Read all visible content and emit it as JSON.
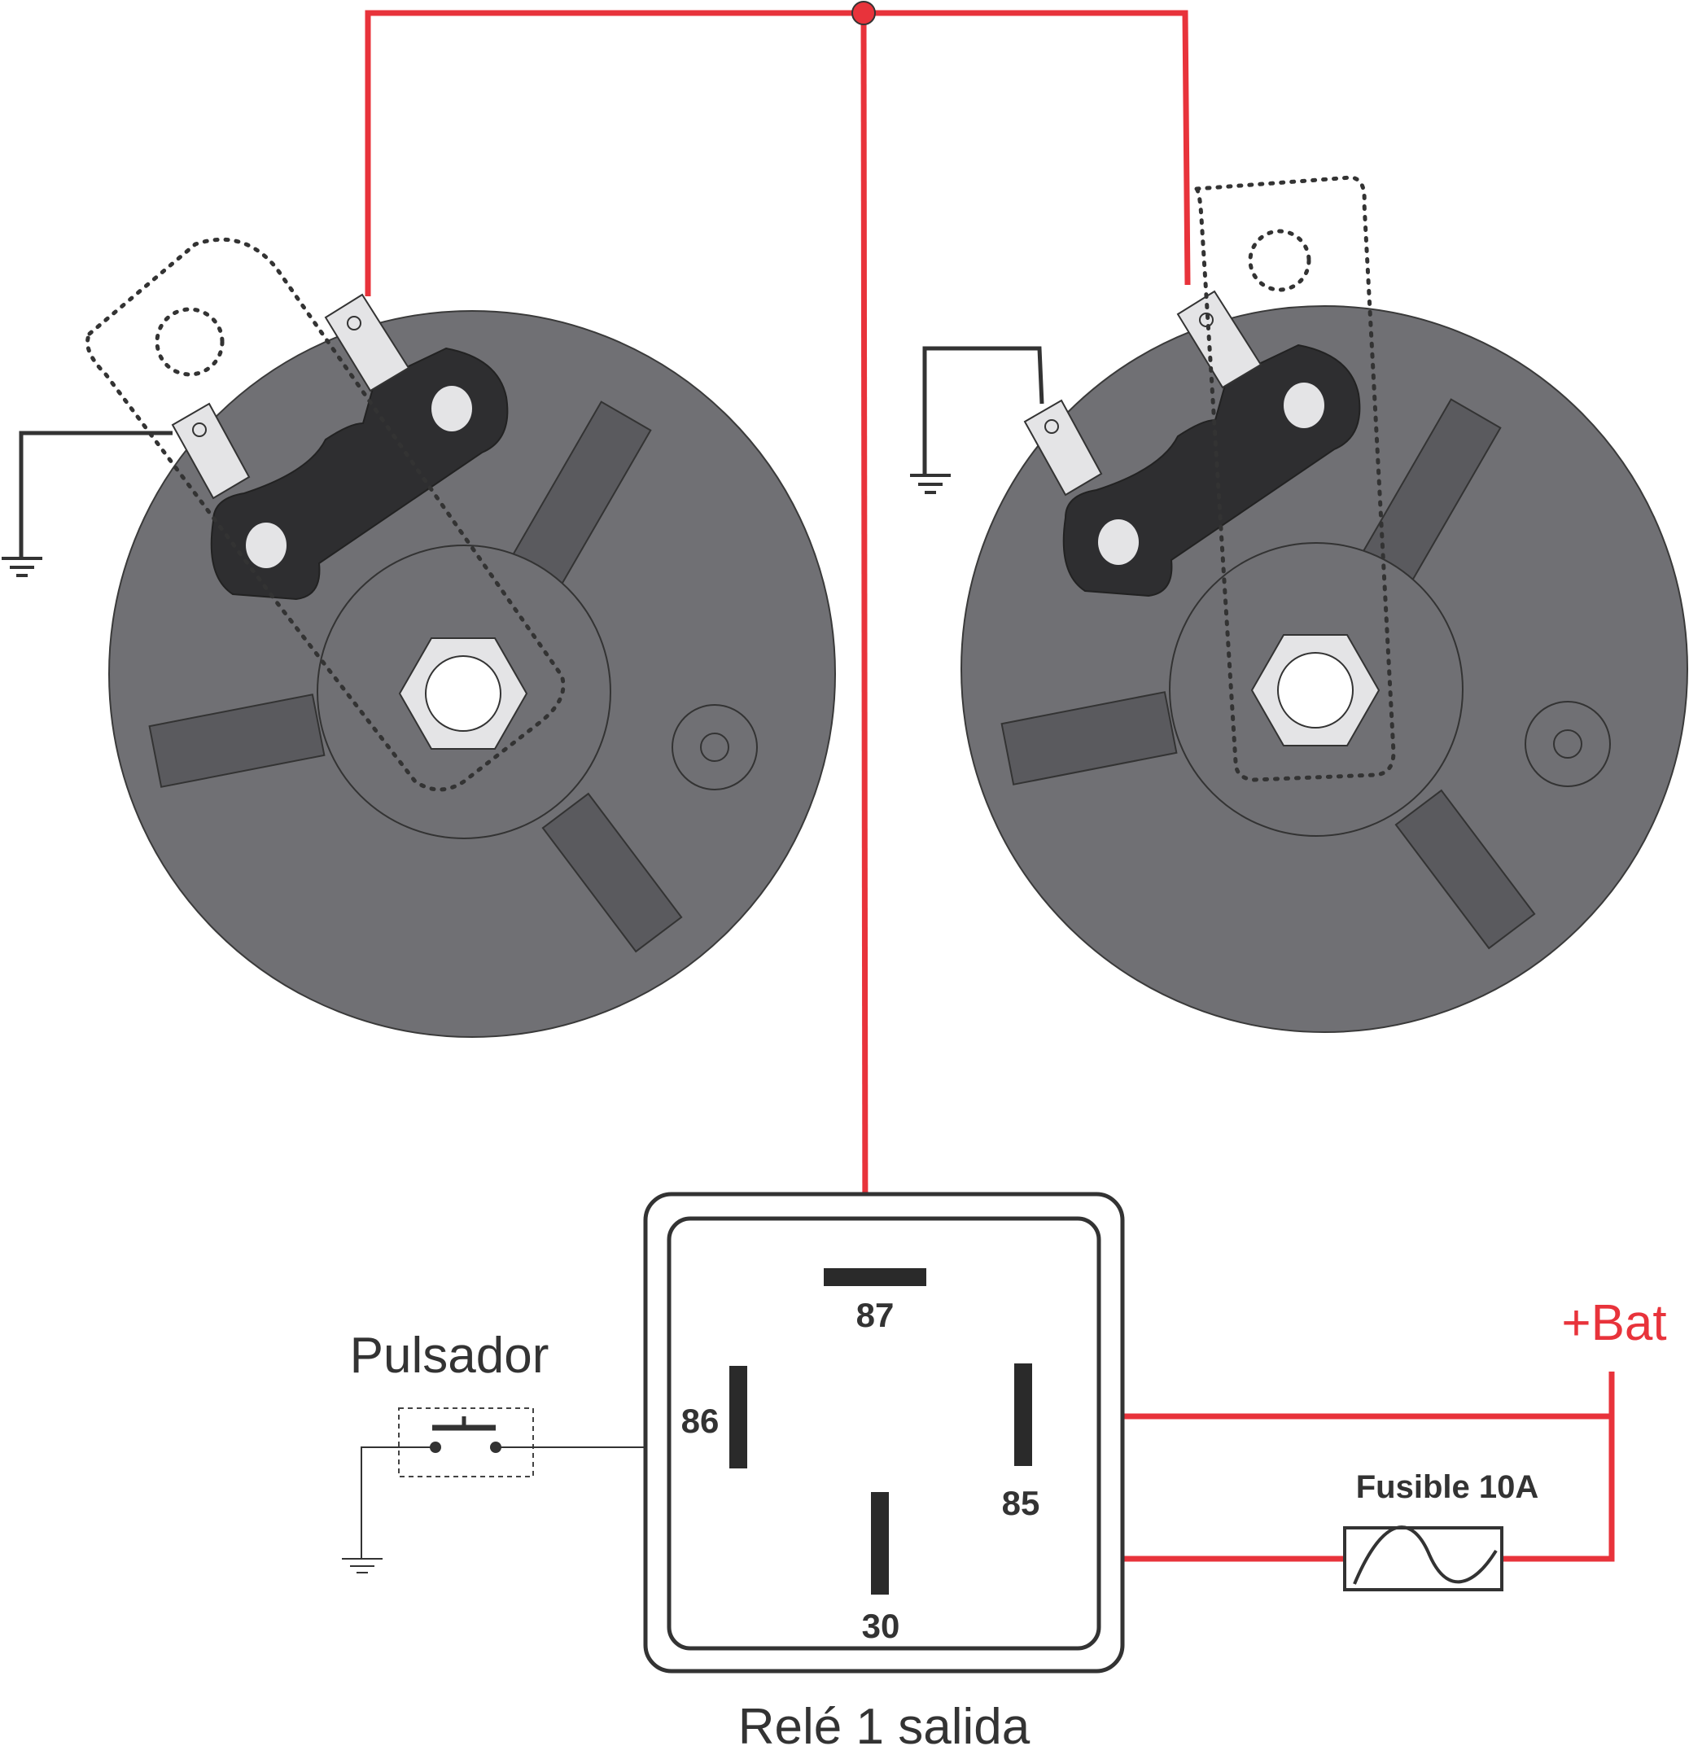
{
  "labels": {
    "pin_87": "87",
    "pin_86": "86",
    "pin_85": "85",
    "pin_30": "30",
    "pulsador": "Pulsador",
    "bat": "+Bat",
    "fuse": "Fusible 10A",
    "relay": "Relé 1 salida"
  },
  "colors": {
    "wire_red": "#e8333b",
    "wire_dark": "#333333",
    "horn_body": "#707074",
    "horn_blade": "#5a5a5e",
    "bracket": "#2e2e30",
    "terminal": "#e4e4e6"
  },
  "components": {
    "horns": [
      "horn-left",
      "horn-right"
    ],
    "relay_pins": [
      "87",
      "86",
      "85",
      "30"
    ]
  }
}
